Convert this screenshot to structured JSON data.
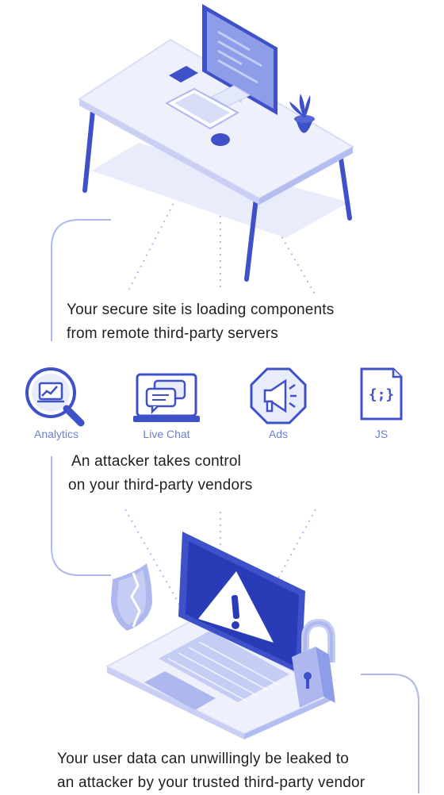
{
  "steps": {
    "step1": {
      "line1": "Your secure site is loading components",
      "line2": "from remote third-party servers"
    },
    "step2": {
      "line1": "An attacker takes control",
      "line2": "on your third-party vendors"
    },
    "step3": {
      "line1": "Your user data can unwillingly be leaked to",
      "line2": "an attacker by your trusted third-party vendor"
    }
  },
  "vendors": [
    {
      "label": "Analytics",
      "icon": "analytics-magnifier-icon"
    },
    {
      "label": "Live Chat",
      "icon": "live-chat-laptop-icon"
    },
    {
      "label": "Ads",
      "icon": "ads-megaphone-icon"
    },
    {
      "label": "JS",
      "icon": "js-file-icon"
    }
  ],
  "colors": {
    "accent": "#3f51c9",
    "accent_light": "#aeb8ef",
    "surface": "#e9ecfb",
    "label": "#6a7fd6"
  }
}
